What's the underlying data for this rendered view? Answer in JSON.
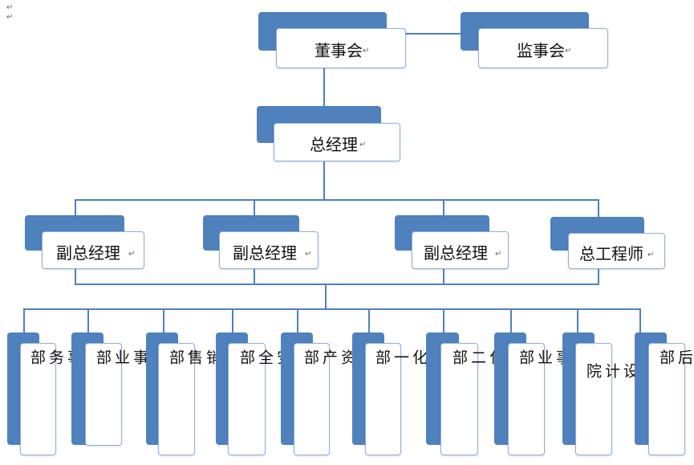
{
  "board": "董事会",
  "supervisory": "监事会",
  "gm": "总经理",
  "vps": [
    "副总经理",
    "副总经理",
    "副总经理"
  ],
  "chief_engineer": "总工程师",
  "departments": [
    "综合事务部",
    "节水事业部",
    "经营销售部",
    "质量安全部",
    "财务资产部",
    "自动化一部",
    "自动化二部",
    "软件事业部",
    "设计院",
    "运维售后部"
  ],
  "para_mark": "↵",
  "colors": {
    "accent": "#4f81bd",
    "border": "#8eb0d8"
  }
}
